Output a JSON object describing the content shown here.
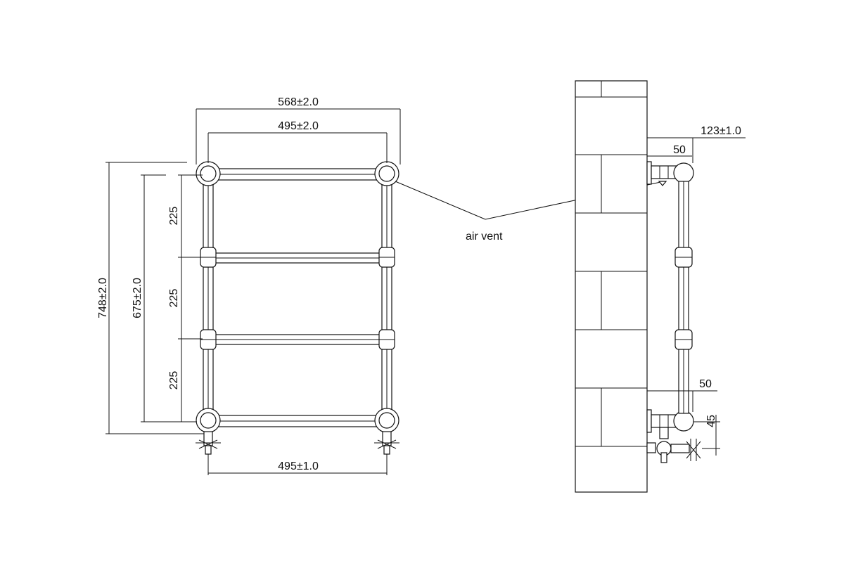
{
  "dimensions": {
    "overall_width": "568±2.0",
    "inner_width_top": "495±2.0",
    "inner_width_bottom": "495±1.0",
    "overall_height": "748±2.0",
    "inner_height": "675±2.0",
    "rail_spacing_1": "225",
    "rail_spacing_2": "225",
    "rail_spacing_3": "225",
    "wall_projection": "123±1.0",
    "top_offset": "50",
    "bottom_offset": "50",
    "valve_drop": "45"
  },
  "annotations": {
    "air_vent": "air vent"
  },
  "colors": {
    "line": "#111111",
    "background": "#ffffff"
  }
}
